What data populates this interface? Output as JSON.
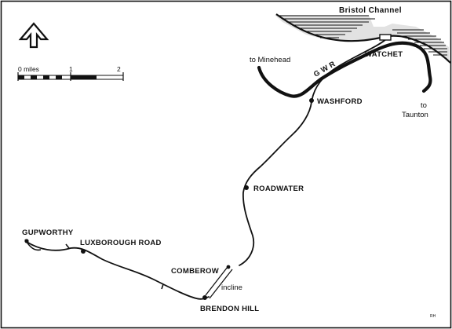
{
  "map": {
    "sea_label": "Bristol Channel",
    "railway_label": "G W R",
    "scale": {
      "label_start": "0 miles",
      "label_mid": "1",
      "label_end": "2"
    },
    "destinations": {
      "minehead": "to Minehead",
      "taunton_line1": "to",
      "taunton_line2": "Taunton"
    },
    "stations": {
      "watchet": "WATCHET",
      "washford": "WASHFORD",
      "roadwater": "ROADWATER",
      "comberow": "COMBEROW",
      "brendon_hill": "BRENDON HILL",
      "luxborough_road": "LUXBOROUGH ROAD",
      "gupworthy": "GUPWORTHY"
    },
    "incline_label": "incline",
    "initials": "RH"
  },
  "colors": {
    "ink": "#111111",
    "paper": "#ffffff"
  },
  "icons": {
    "north": "north-arrow-icon"
  }
}
